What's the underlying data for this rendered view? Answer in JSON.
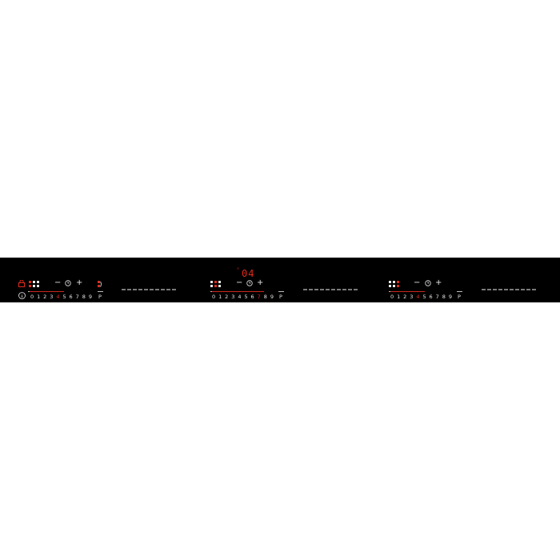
{
  "panel": {
    "zones": [
      {
        "minus": "−",
        "timer": "⏱",
        "plus": "+",
        "levels": [
          "0",
          "1",
          "2",
          "3",
          "4",
          "5",
          "6",
          "7",
          "8",
          "9"
        ],
        "active_level": "4",
        "p_label": "P",
        "left_icon": "lock-icon",
        "bottom_left_icon": "info-icon",
        "right_icon": "bridge-icon"
      },
      {
        "display": "04",
        "display_indicator": "°",
        "minus": "−",
        "timer": "⏱",
        "plus": "+",
        "levels": [
          "0",
          "1",
          "2",
          "3",
          "4",
          "5",
          "6",
          "7",
          "8",
          "9"
        ],
        "active_level": "7",
        "p_label": "P"
      },
      {
        "minus": "−",
        "timer": "⏱",
        "plus": "+",
        "levels": [
          "0",
          "1",
          "2",
          "3",
          "4",
          "5",
          "6",
          "7",
          "8",
          "9"
        ],
        "active_level": "4",
        "p_label": "P"
      }
    ]
  },
  "colors": {
    "panel": "#000000",
    "accent": "#e02a1c",
    "text": "#e6e6e6"
  }
}
